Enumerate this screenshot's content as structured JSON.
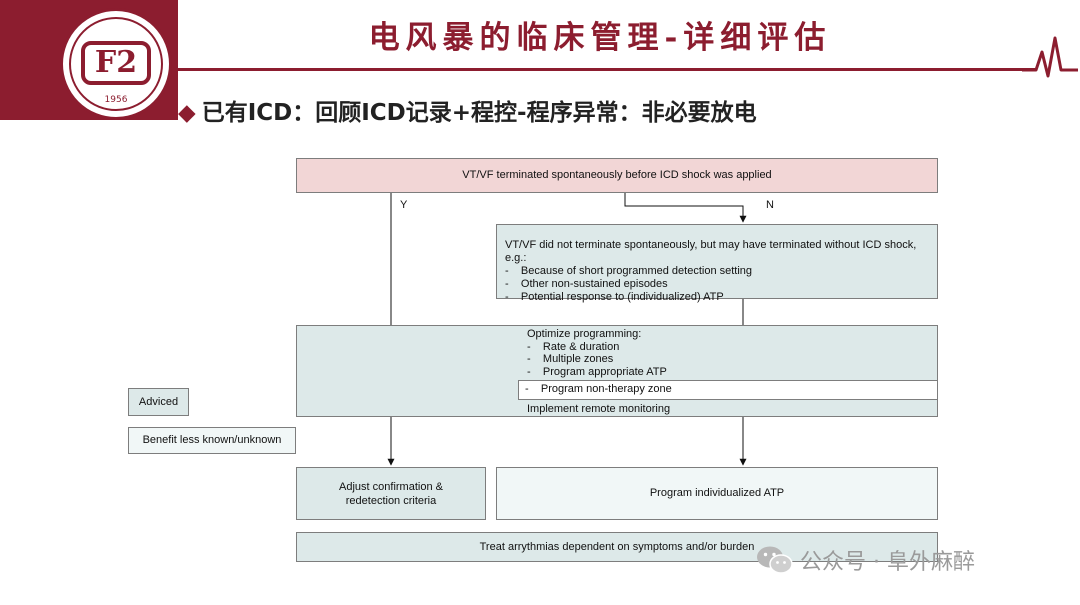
{
  "header": {
    "title": "电风暴的临床管理-详细评估",
    "logo": {
      "mark": "F2",
      "year": "1956"
    },
    "subtitle": "已有ICD：回顾ICD记录+程控-程序异常：非必要放电",
    "bullet": "◆",
    "accent_color": "#8c1d2f"
  },
  "flowchart": {
    "start": "VT/VF terminated spontaneously before ICD shock was applied",
    "yes_label": "Y",
    "no_label": "N",
    "not_terminated": {
      "intro": "VT/VF did not terminate spontaneously, but may have terminated without ICD shock, e.g.:",
      "items": [
        "Because of short programmed detection setting",
        "Other non-sustained episodes",
        "Potential response to (individualized) ATP"
      ]
    },
    "optimize": {
      "intro": "Optimize programming:",
      "items": [
        "Rate & duration",
        "Multiple zones",
        "Program appropriate ATP"
      ],
      "extra_item": "Program non-therapy zone",
      "footer": "Implement remote monitoring"
    },
    "adjust": {
      "line1": "Adjust confirmation &",
      "line2": "redetection criteria"
    },
    "atp": "Program individualized ATP",
    "treat": "Treat arrythmias dependent on symptoms and/or burden",
    "bullet_dash": "-"
  },
  "legend": {
    "advised": "Adviced",
    "unknown": "Benefit less known/unknown",
    "advised_color": "#dde9e9",
    "unknown_color": "#f1f7f7"
  },
  "watermark": {
    "text": "公众号 · 阜外麻醉",
    "icon": "wechat-icon"
  }
}
